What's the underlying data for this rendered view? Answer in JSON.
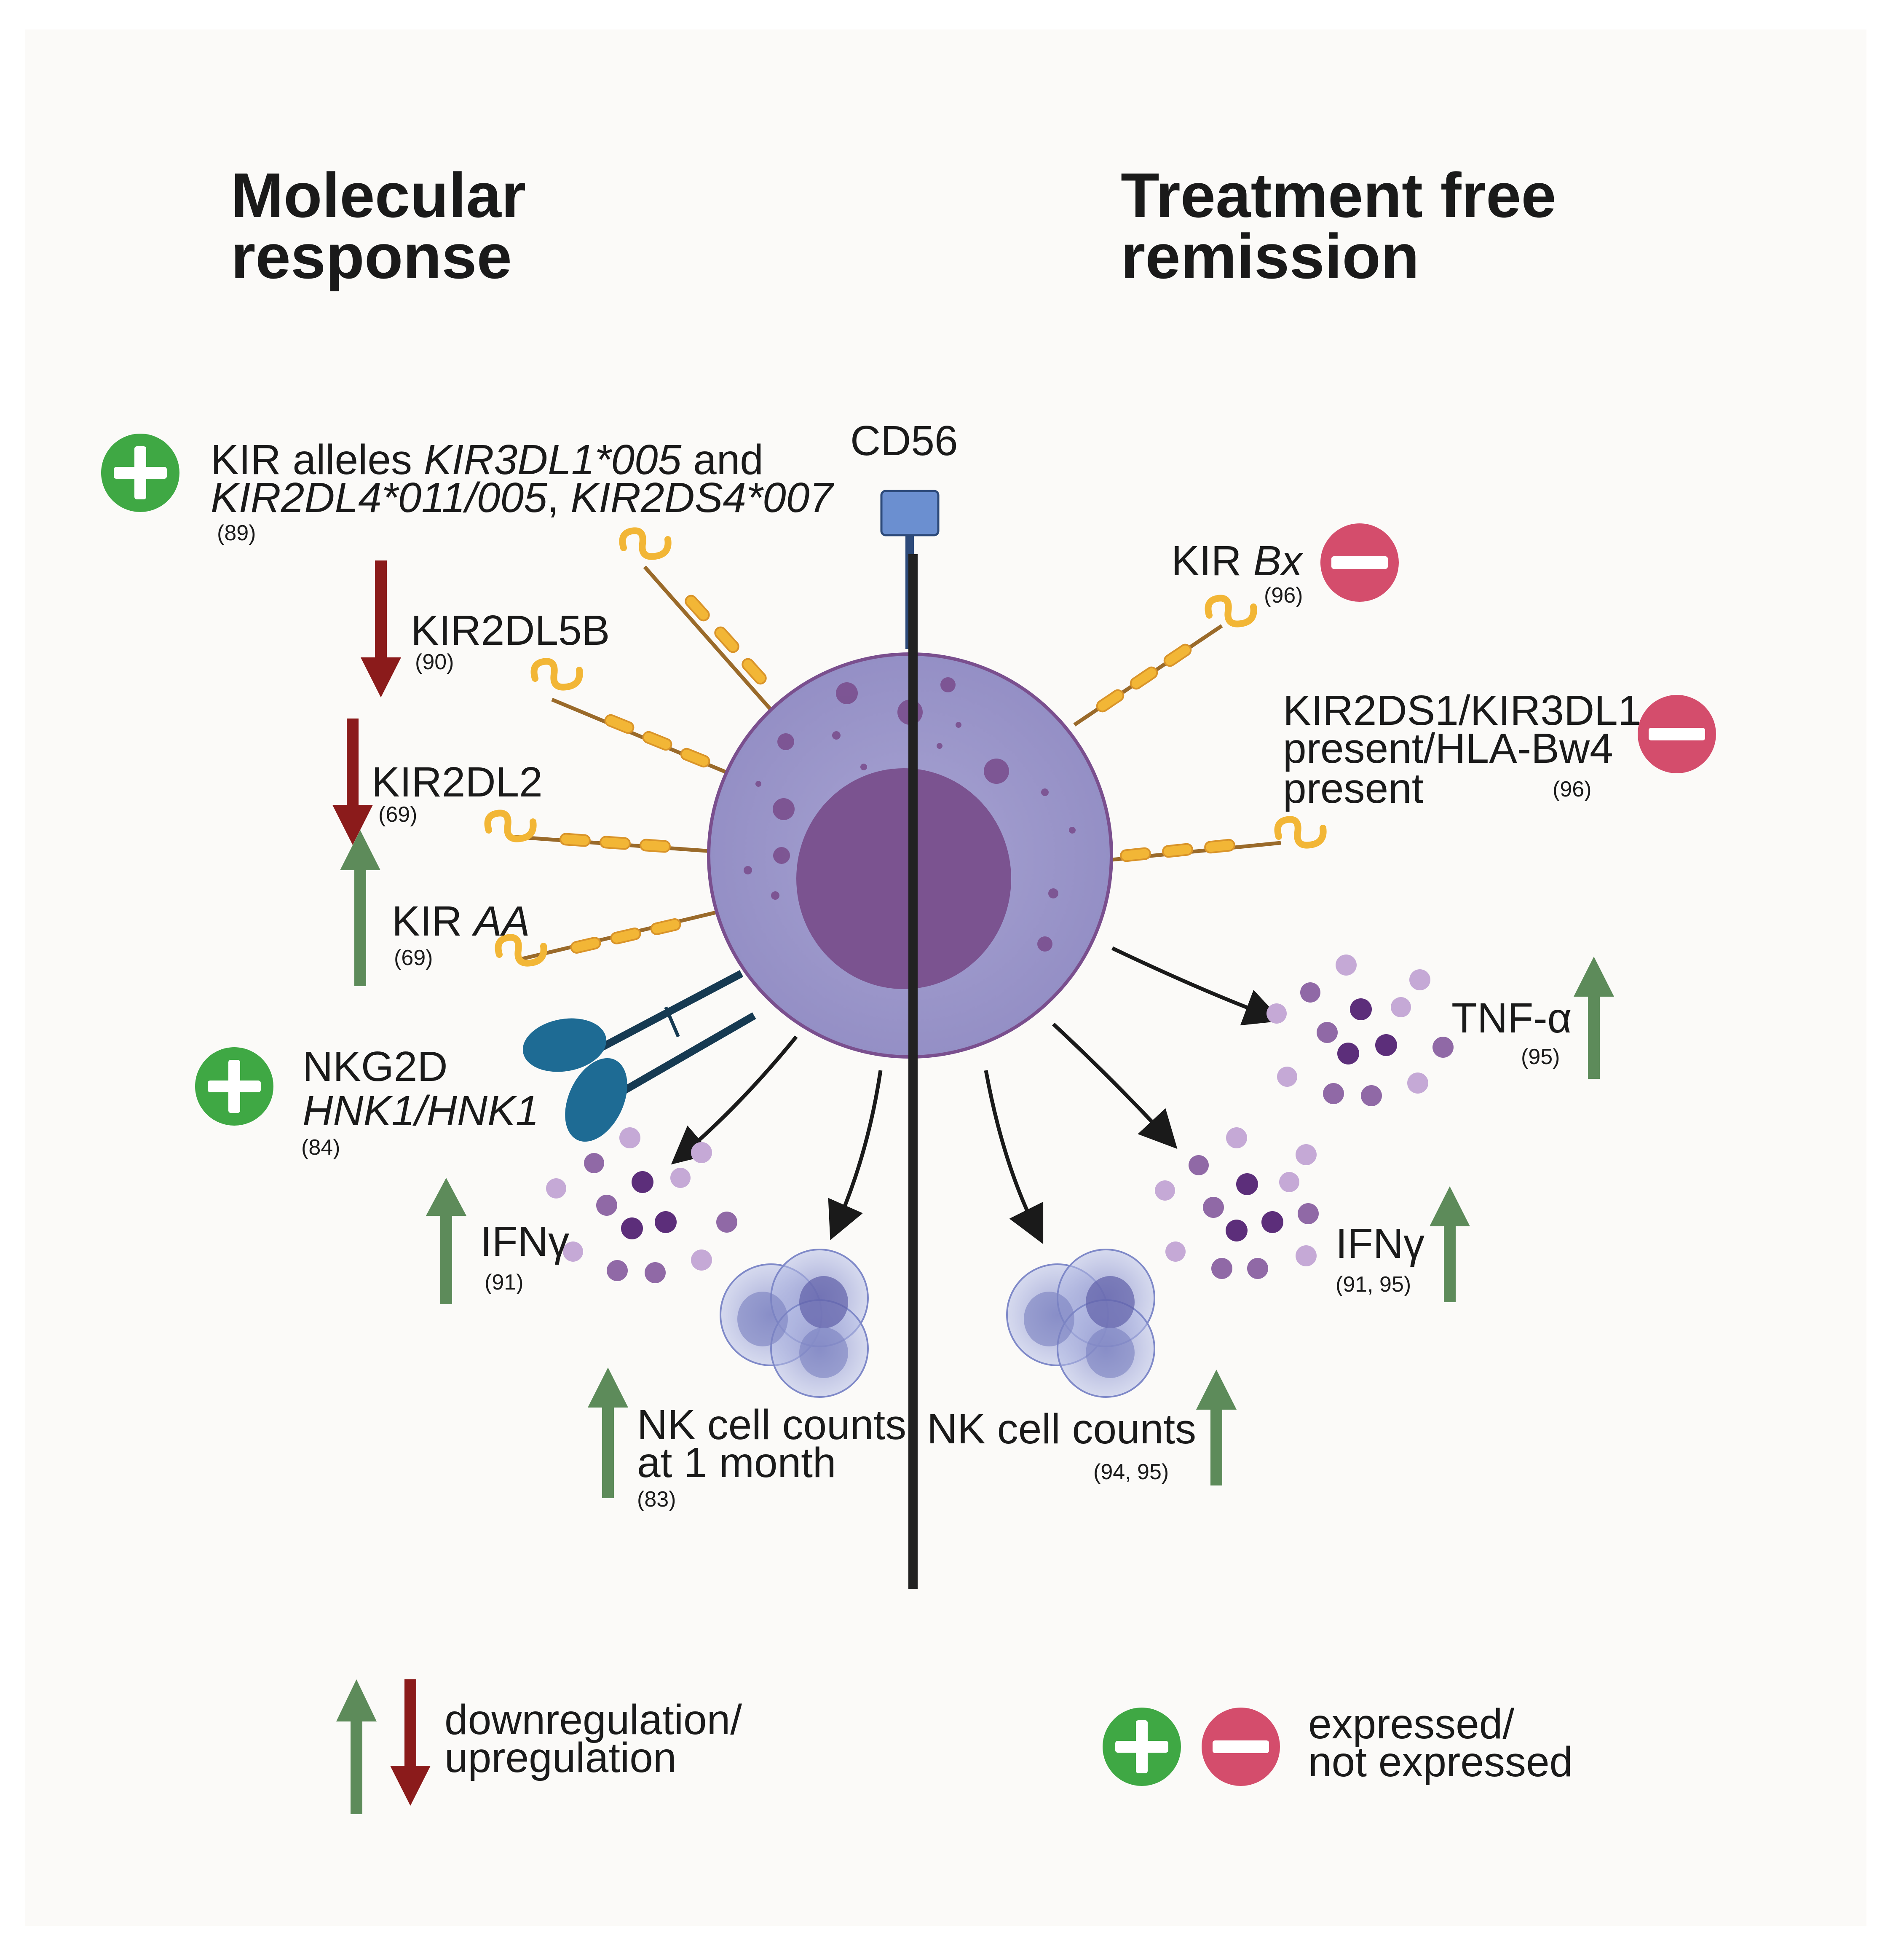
{
  "titles": {
    "left_line1": "Molecular",
    "left_line2": "response",
    "right_line1": "Treatment free",
    "right_line2": "remission"
  },
  "cd56": "CD56",
  "left": {
    "kir_alleles": {
      "line1_plain": "KIR alleles ",
      "line1_italic": "KIR3DL1*005",
      "line1_tail": " and",
      "line2_italic_a": "KIR2DL4*011/005",
      "line2_sep": ", ",
      "line2_italic_b": "KIR2DS4*007",
      "ref": "(89)"
    },
    "kir2dl5b": {
      "label": "KIR2DL5B",
      "ref": "(90)"
    },
    "kir2dl2": {
      "label": "KIR2DL2",
      "ref": "(69)"
    },
    "kir_aa": {
      "label_plain": "KIR ",
      "label_italic": "AA",
      "ref": "(69)"
    },
    "nkg2d": {
      "line1": "NKG2D",
      "line2_italic": "HNK1/HNK1",
      "ref": "(84)"
    },
    "ifng": {
      "label": "IFNγ",
      "ref": "(91)"
    },
    "nk_counts": {
      "line1": "NK cell counts",
      "line2": "at 1 month",
      "ref": "(83)"
    }
  },
  "right": {
    "kir_bx": {
      "label_plain": "KIR ",
      "label_italic": "Bx",
      "ref": "(96)"
    },
    "kir2ds1": {
      "line1": "KIR2DS1/KIR3DL1",
      "line2": "present/HLA-Bw4",
      "line3": "present",
      "ref": "(96)"
    },
    "tnf": {
      "label": "TNF-α",
      "ref": "(95)"
    },
    "ifng": {
      "label": "IFNγ",
      "ref": "(91, 95)"
    },
    "nk_counts": {
      "label": "NK cell counts",
      "ref": "(94, 95)"
    }
  },
  "legend": {
    "arrows_line1": "downregulation/",
    "arrows_line2": "upregulation",
    "signs_line1": "expressed/",
    "signs_line2": "not expressed"
  },
  "colors": {
    "up_arrow": "#5d8b5a",
    "down_arrow": "#8b1b1b",
    "plus_badge": "#3fa844",
    "minus_badge": "#d44d6c",
    "cell_body": "#9f9bcb",
    "nucleus": "#7b5390",
    "receptor": "#f2b636",
    "cd56_box": "#6b8fd0"
  }
}
